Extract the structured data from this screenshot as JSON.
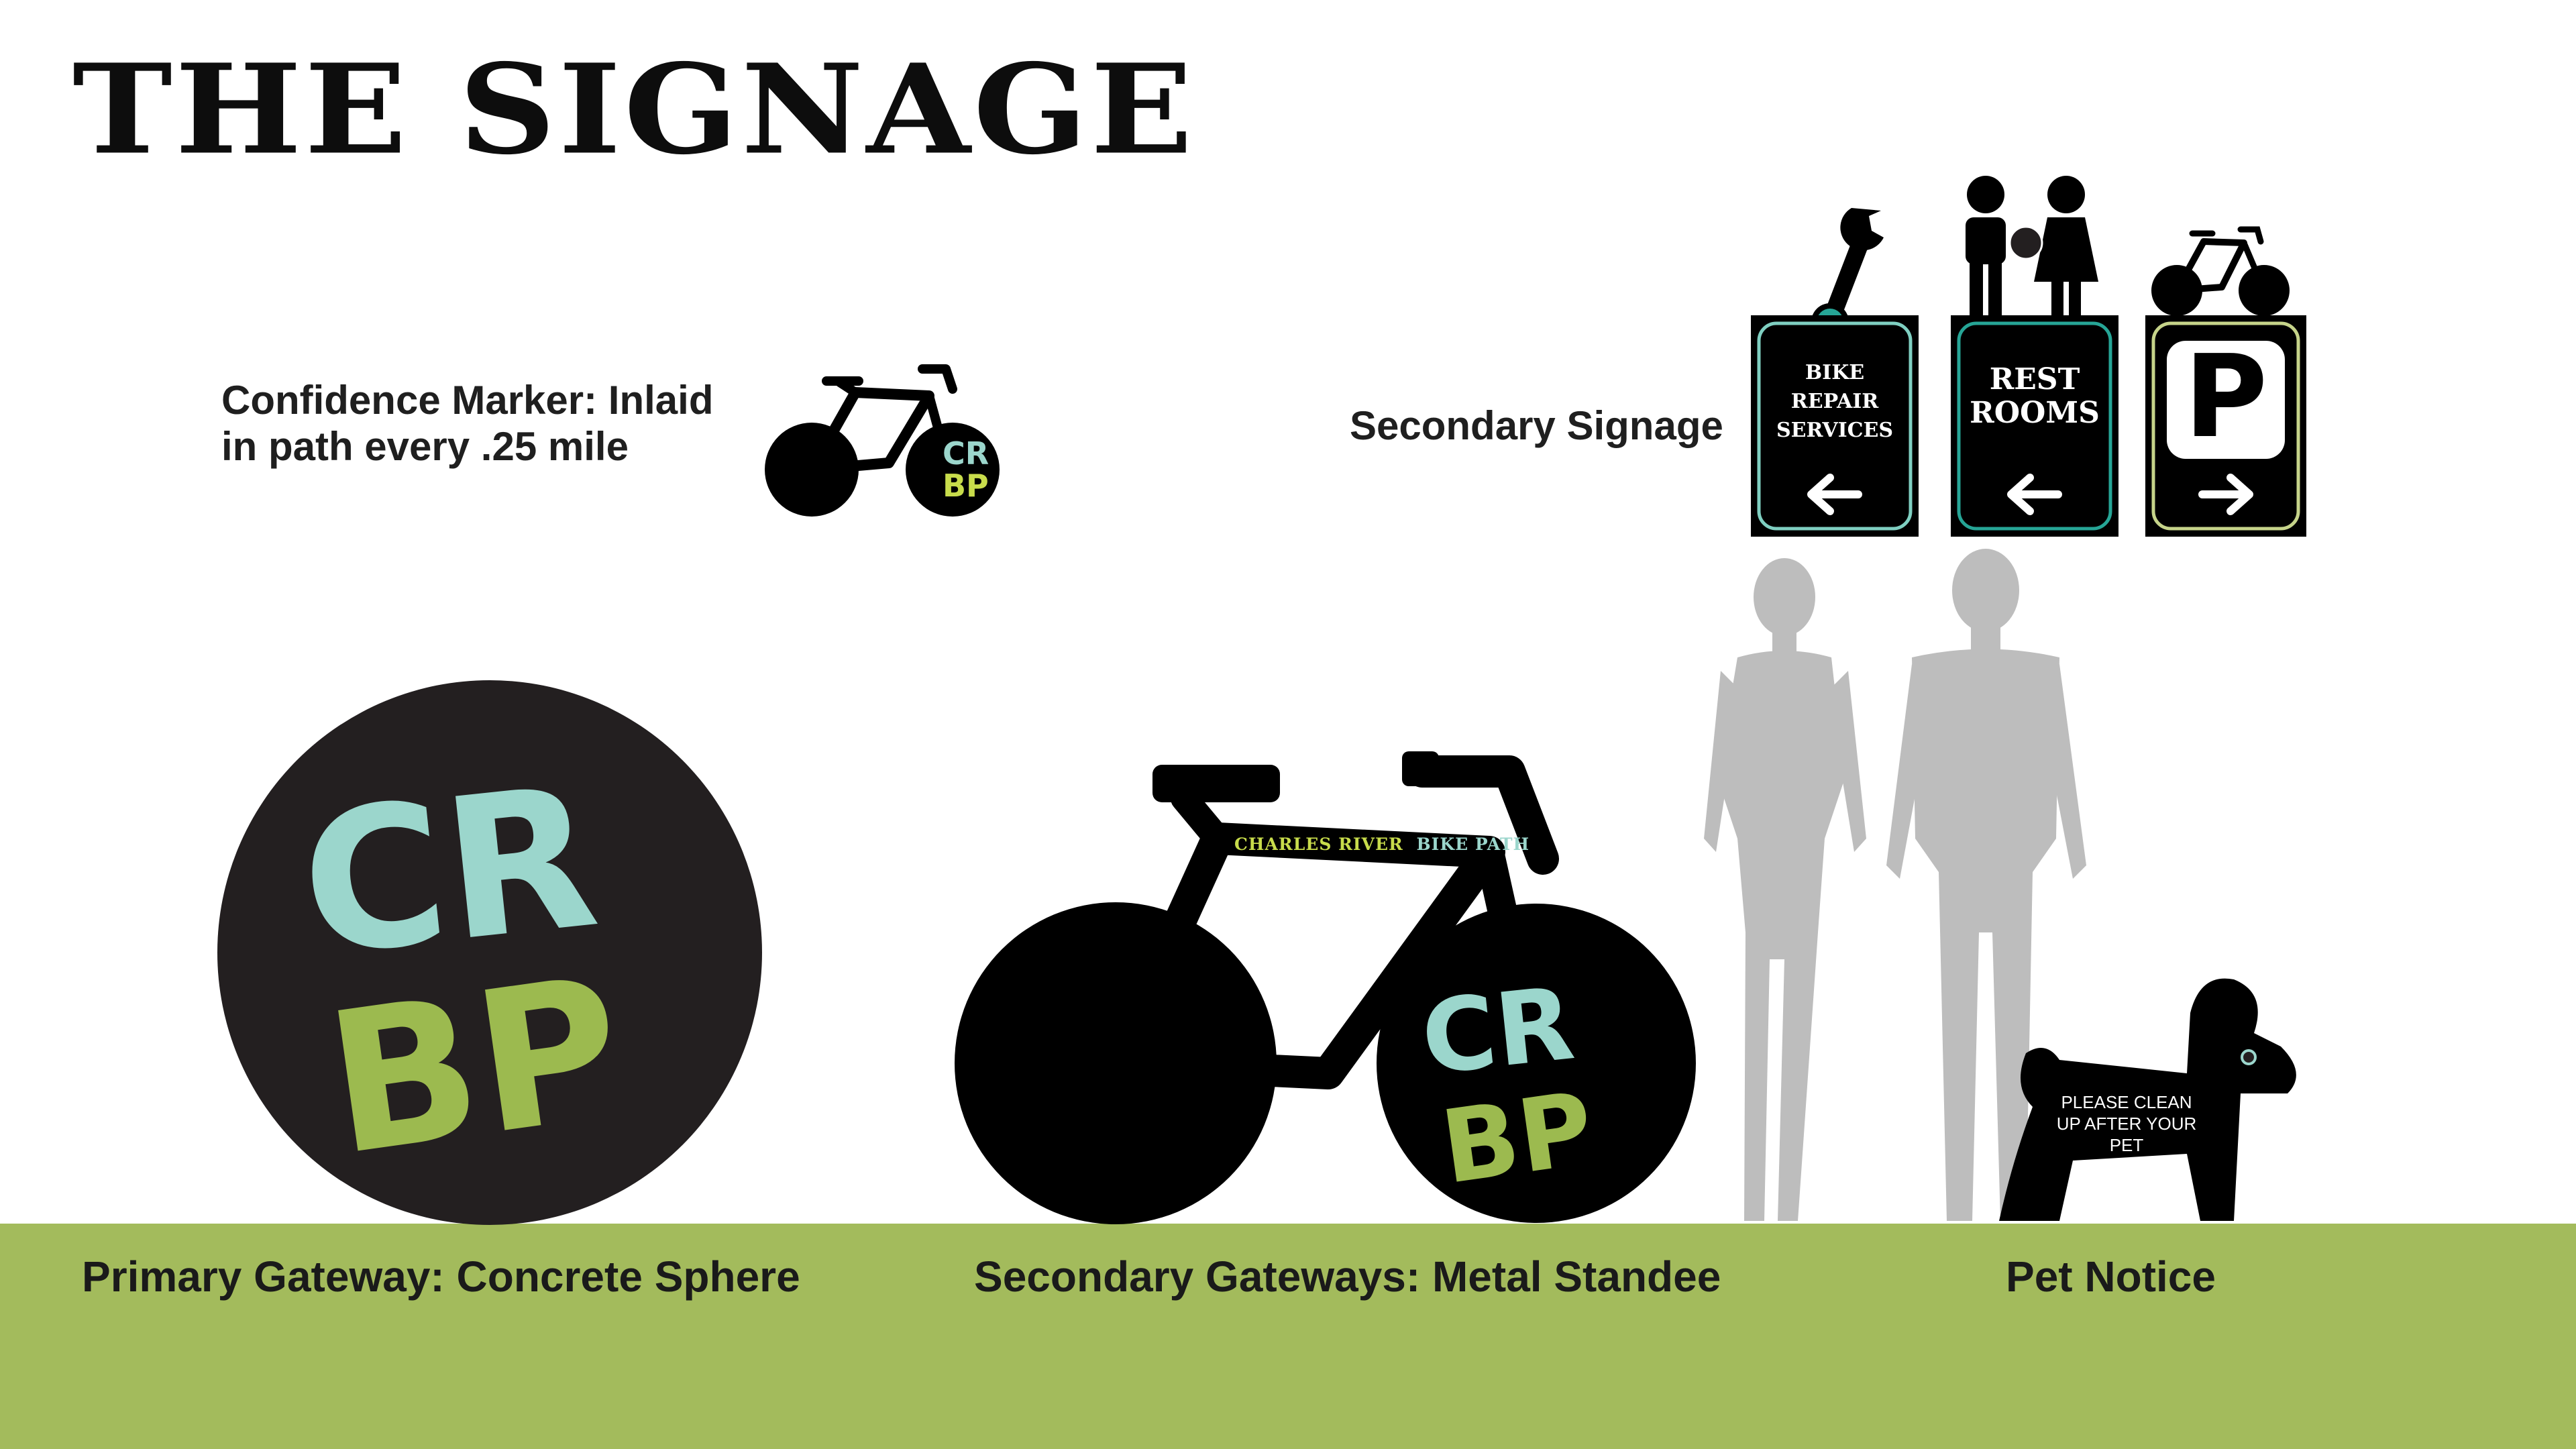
{
  "title": "THE SIGNAGE",
  "confidence_marker": {
    "caption_line1": "Confidence Marker: Inlaid",
    "caption_line2": "in path every .25 mile"
  },
  "secondary_signage": {
    "caption": "Secondary Signage",
    "signs": [
      {
        "line1": "BIKE",
        "line2": "REPAIR",
        "line3": "SERVICES",
        "arrow": "left-arrow-icon",
        "topper": "wrench-icon"
      },
      {
        "line1": "REST",
        "line2": "ROOMS",
        "arrow": "left-arrow-icon",
        "topper": "people-icon"
      },
      {
        "line1": "P",
        "arrow": "right-arrow-icon",
        "topper": "bicycle-icon"
      }
    ]
  },
  "logo": {
    "row1": "CR",
    "row2": "BP"
  },
  "standee": {
    "crossbar_part1": "CHARLES RIVER",
    "crossbar_part2": "BIKE PATH"
  },
  "pet_notice": {
    "line1": "PLEASE CLEAN",
    "line2": "UP AFTER YOUR",
    "line3": "PET"
  },
  "ground_captions": {
    "primary": "Primary Gateway: Concrete Sphere",
    "secondary": "Secondary Gateways: Metal Standee",
    "pet": "Pet Notice"
  },
  "colors": {
    "dark": "#231f20",
    "black": "#000000",
    "ground": "#a3bb5c",
    "logo_light_teal": "#9bd6cc",
    "logo_teal": "#26a596",
    "logo_olive": "#9cba4f",
    "logo_lime": "#c8dc4b",
    "silhouette": "#bdbdbd",
    "frame_teal": "#7fcfc1",
    "frame_green": "#c6d48a"
  }
}
